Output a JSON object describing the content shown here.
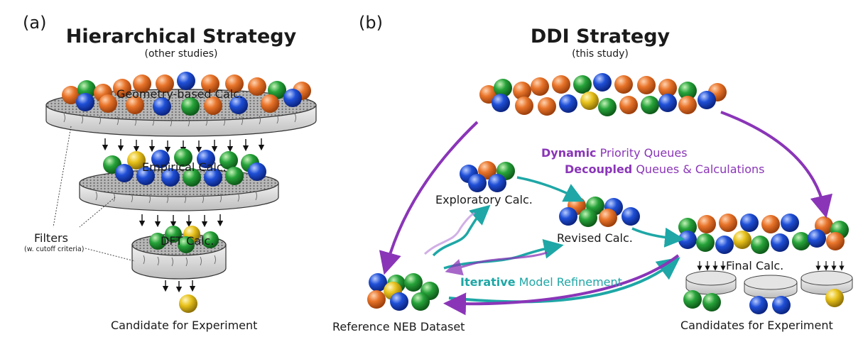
{
  "panel_a": {
    "letter": "(a)",
    "title": "Hierarchical Strategy",
    "subtitle": "(other studies)",
    "tier1_label": "Geometry-based Calc.",
    "tier2_label": "Empirical Calc.",
    "tier3_label": "DFT Calc.",
    "filters_label": "Filters",
    "filters_note": "(w. cutoff criteria)",
    "candidate_label": "Candidate for Experiment"
  },
  "panel_b": {
    "letter": "(b)",
    "title": "DDI Strategy",
    "subtitle": "(this study)",
    "dynamic_bold": "Dynamic",
    "dynamic_rest": " Priority Queues",
    "decoupled_bold": "Decoupled",
    "decoupled_rest": " Queues & Calculations",
    "exploratory_label": "Exploratory Calc.",
    "revised_label": "Revised Calc.",
    "final_label": "Final Calc.",
    "iterative_bold": "Iterative",
    "iterative_rest": " Model Refinement",
    "reference_label": "Reference NEB Dataset",
    "candidates_label": "Candidates for Experiment"
  },
  "colors": {
    "orange": "#e8742a",
    "blue": "#1f4fd6",
    "green": "#27a33a",
    "yellow": "#e8c21c",
    "purple": "#8a35b8",
    "teal": "#1ea7a6",
    "disc": "#d6d6d6"
  }
}
